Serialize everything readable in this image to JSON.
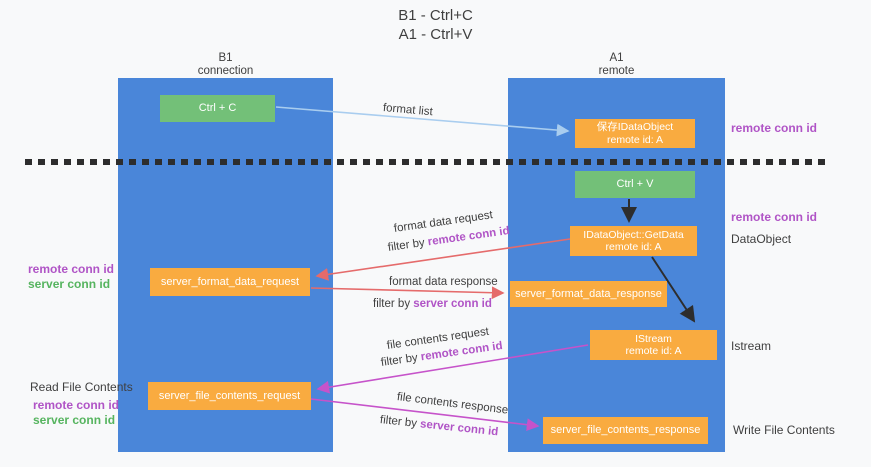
{
  "title": {
    "line1": "B1 - Ctrl+C",
    "line2": "A1 - Ctrl+V"
  },
  "lanes": {
    "left": {
      "title": "B1",
      "subtitle": "connection"
    },
    "right": {
      "title": "A1",
      "subtitle": "remote"
    }
  },
  "nodes": {
    "ctrl_c": {
      "label": "Ctrl + C"
    },
    "save_idataobject": {
      "line1": "保存IDataObject",
      "line2": "remote id: A"
    },
    "ctrl_v": {
      "label": "Ctrl + V"
    },
    "idataobject_getdata": {
      "line1": "IDataObject::GetData",
      "line2": "remote id: A"
    },
    "server_format_data_request": {
      "label": "server_format_data_request"
    },
    "server_format_data_response": {
      "label": "server_format_data_response"
    },
    "istream": {
      "line1": "IStream",
      "line2": "remote id: A"
    },
    "server_file_contents_request": {
      "label": "server_file_contents_request"
    },
    "server_file_contents_response": {
      "label": "server_file_contents_response"
    }
  },
  "left_annotations": {
    "format_remote": "remote conn id",
    "format_server": "server conn id",
    "read_file_contents": "Read File Contents",
    "file_remote": "remote conn id",
    "file_server": "server conn id"
  },
  "right_annotations": {
    "top_remote_conn_id": "remote conn id",
    "mid_remote_conn_id": "remote conn id",
    "dataobject": "DataObject",
    "istream": "Istream",
    "write_file_contents": "Write File Contents"
  },
  "flow_labels": {
    "format_list": "format list",
    "format_data_request": "format data request",
    "format_data_request_filter": {
      "prefix": "filter by ",
      "id": "remote conn id"
    },
    "format_data_response": "format data response",
    "format_data_response_filter": {
      "prefix": "filter by ",
      "id": "server conn id"
    },
    "file_contents_request": "file contents request",
    "file_contents_request_filter": {
      "prefix": "filter by ",
      "id": "remote conn id"
    },
    "file_contents_response": "file contents response",
    "file_contents_response_filter": {
      "prefix": "filter by ",
      "id": "server conn id"
    }
  },
  "colors": {
    "lane_blue": "#4a86d9",
    "node_green": "#73c078",
    "node_orange": "#f9ab40",
    "arrow_red": "#e56b6b",
    "arrow_magenta": "#c653ca",
    "arrow_light_blue": "#a9cdef",
    "arrow_black": "#2d2d2d",
    "text_purple": "#b054c6",
    "text_green": "#56b45f",
    "text_dark": "#3f3f3f",
    "background": "#f8f9fa"
  }
}
